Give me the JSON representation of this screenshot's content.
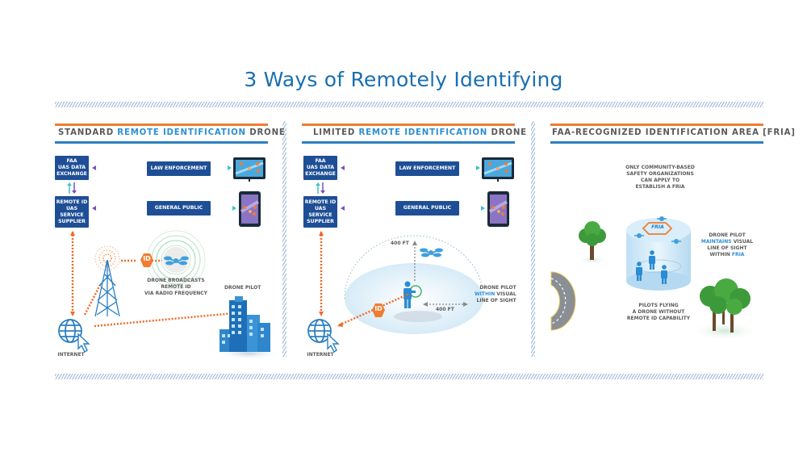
{
  "title": "3 Ways of Remotely Identifying",
  "colors": {
    "title_blue": "#1a6fb0",
    "accent_blue": "#2f8fd0",
    "box_navy": "#1e4f96",
    "orange": "#ef7d32",
    "hatch": "#a9bddc",
    "tree_green": "#3d9a3a"
  },
  "panels": [
    {
      "heading": {
        "pre": "STANDARD ",
        "highlight": "REMOTE IDENTIFICATION",
        "post": " DRONE"
      },
      "boxes": {
        "faa": [
          "FAA",
          "UAS DATA",
          "EXCHANGE"
        ],
        "supplier": [
          "REMOTE ID",
          "UAS",
          "SERVICE",
          "SUPPLIER"
        ],
        "law": "LAW ENFORCEMENT",
        "public": "GENERAL PUBLIC"
      },
      "id_badge": "ID",
      "broadcast_label": [
        "DRONE BROADCASTS",
        "REMOTE ID",
        "VIA RADIO FREQUENCY"
      ],
      "pilot_label": "DRONE PILOT",
      "internet_label": "INTERNET",
      "icons": [
        "tablet-icon",
        "phone-icon",
        "radio-tower-icon",
        "drone-icon",
        "globe-icon",
        "cursor-icon",
        "building-icon"
      ]
    },
    {
      "heading": {
        "pre": "LIMITED ",
        "highlight": "REMOTE IDENTIFICATION",
        "post": " DRONE"
      },
      "boxes": {
        "faa": [
          "FAA",
          "UAS DATA",
          "EXCHANGE"
        ],
        "supplier": [
          "REMOTE ID",
          "UAS",
          "SERVICE",
          "SUPPLIER"
        ],
        "law": "LAW ENFORCEMENT",
        "public": "GENERAL PUBLIC"
      },
      "id_badge": "ID",
      "height_label": "400 FT",
      "radius_label": "400 FT",
      "pilot_label": {
        "line1": "DRONE PILOT",
        "line2_hl": "WITHIN",
        "line2_post": " VISUAL",
        "line3": "LINE OF SIGHT"
      },
      "internet_label": "INTERNET"
    },
    {
      "heading": {
        "pre": "FAA-RECOGNIZED IDENTIFICATION AREA [FRIA]",
        "highlight": "",
        "post": ""
      },
      "top_label": [
        "ONLY COMMUNITY-BASED",
        "SAFETY ORGANIZATIONS",
        "CAN APPLY TO",
        "ESTABLISH A FRIA"
      ],
      "fria_badge": "FRIA",
      "right_label": {
        "line1": "DRONE PILOT",
        "line2_hl": "MAINTAINS",
        "line2_post": " VISUAL",
        "line3": "LINE OF SIGHT",
        "line4_pre": "WITHIN ",
        "line4_hl": "FRIA"
      },
      "bottom_label": [
        "PILOTS FLYING",
        "A DRONE WITHOUT",
        "REMOTE ID CAPABILITY"
      ]
    }
  ]
}
